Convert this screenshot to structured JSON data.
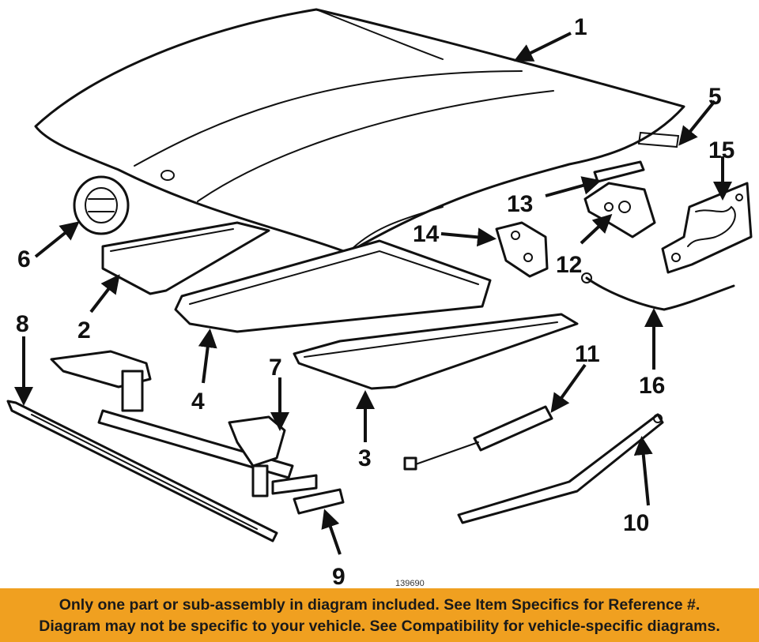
{
  "diagram": {
    "callouts": {
      "c1": "1",
      "c2": "2",
      "c3": "3",
      "c4": "4",
      "c5": "5",
      "c6": "6",
      "c7": "7",
      "c8": "8",
      "c9": "9",
      "c10": "10",
      "c11": "11",
      "c12": "12",
      "c13": "13",
      "c14": "14",
      "c15": "15",
      "c16": "16"
    },
    "figure_id": "139690"
  },
  "footer": {
    "line1": "Only one part or sub-assembly in diagram included. See Item Specifics for Reference #.",
    "line2": "Diagram may not be specific to your vehicle. See Compatibility for vehicle-specific diagrams."
  },
  "colors": {
    "banner": "#f0a020",
    "line": "#111111"
  }
}
